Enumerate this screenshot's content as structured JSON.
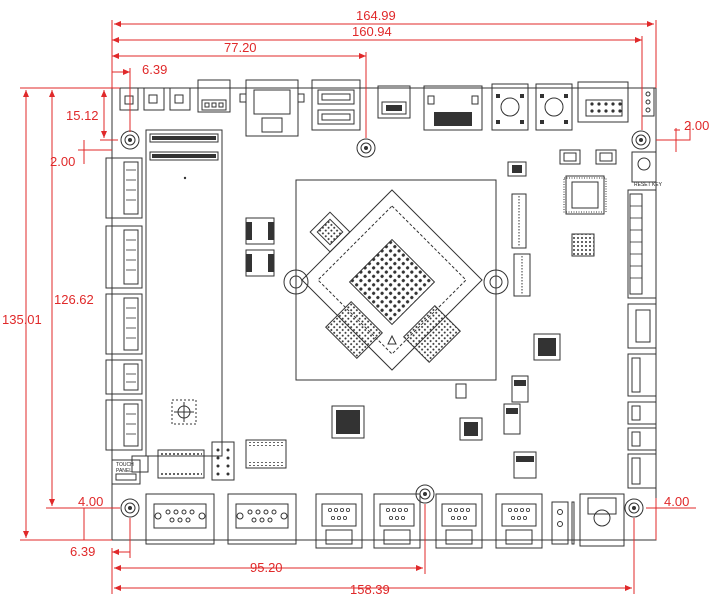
{
  "dimensions": {
    "overall_width": "164.99",
    "mount_hole_span_top": "160.94",
    "top_to_center_connector": "77.20",
    "left_hole_offset_top": "6.39",
    "top_hole_height_offset": "15.12",
    "left_edge_top_hole_gap": "2.00",
    "right_edge_hole_gap": "2.00",
    "hole_vertical_span": "126.62",
    "overall_height": "135.01",
    "bottom_left_hole_offset": "4.00",
    "bottom_right_hole_offset": "4.00",
    "left_hole_offset_bottom": "6.39",
    "left_to_center_hole": "95.20",
    "bottom_hole_span": "158.39"
  },
  "silkscreen": {
    "touch_panel": "TOUCH\nPANEL",
    "reset_key": "RESET\nKEY"
  },
  "colors": {
    "dimension": "#e0292a",
    "outline": "#333333"
  }
}
